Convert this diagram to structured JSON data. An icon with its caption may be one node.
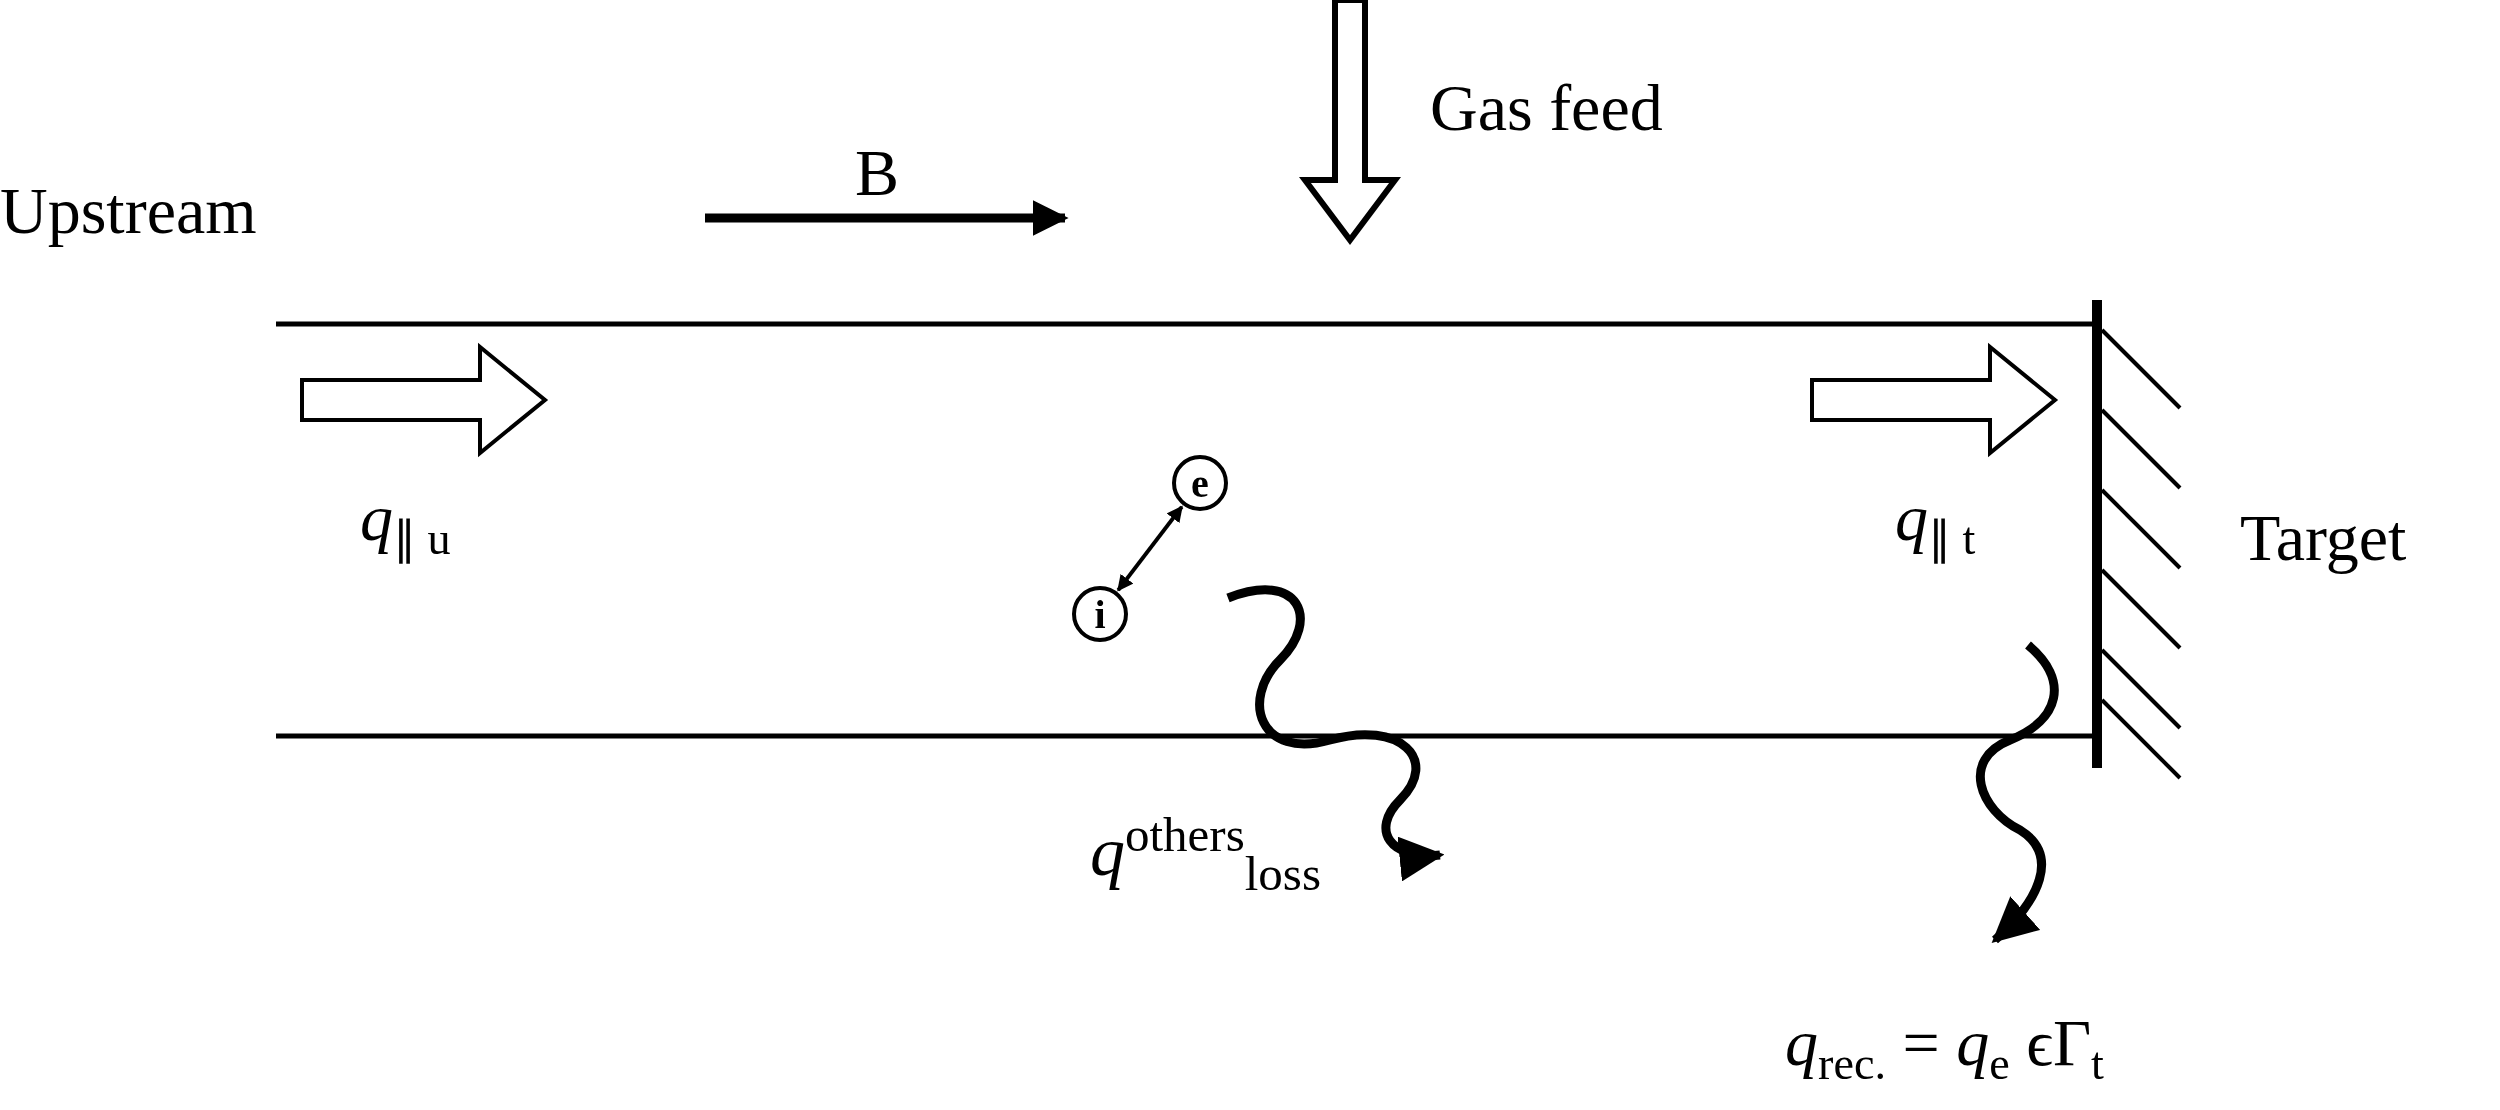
{
  "diagram": {
    "nodes": [
      {
        "text": [
          "e"
        ]
      },
      {
        "text": [
          "i"
        ]
      }
    ],
    "edges": [
      {
        "from": 1,
        "to": 0,
        "arrow": "both"
      }
    ],
    "labels": [
      "Gas feed",
      "B",
      "Upstream",
      "*q*$_{∥ u}$",
      "*q*$_{∥ t}$",
      "Target",
      "*q*$^{others}$$_{loss}$",
      "*q*$_{rec.}$ = *q*$_{e}$ ϵΓ$_{t}$"
    ]
  }
}
